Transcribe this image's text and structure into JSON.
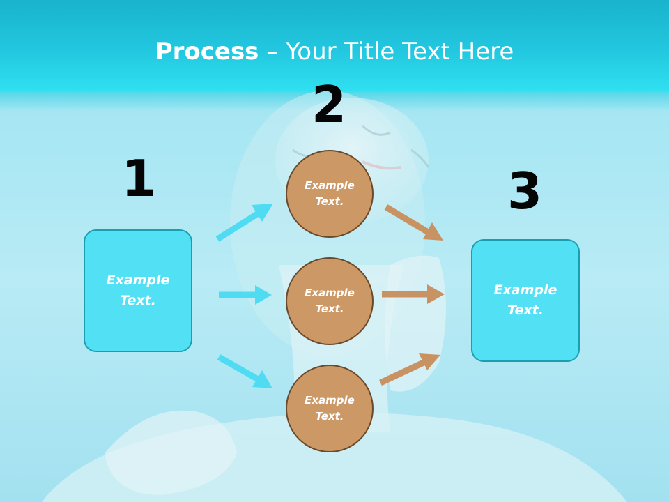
{
  "title": {
    "bold": "Process",
    "rest": " – Your Title Text Here"
  },
  "steps": [
    {
      "number": "1",
      "text": "Example\nText."
    },
    {
      "number": "2"
    },
    {
      "number": "3",
      "text": "Example\nText."
    }
  ],
  "circles": [
    {
      "text": "Example\nText."
    },
    {
      "text": "Example\nText."
    },
    {
      "text": "Example\nText."
    }
  ],
  "colors": {
    "header": "#22c7df",
    "box_fill": "#52e0f4",
    "circle_fill": "#cc9866",
    "arrow_left": "#4fdcf2",
    "arrow_right": "#c99262"
  }
}
